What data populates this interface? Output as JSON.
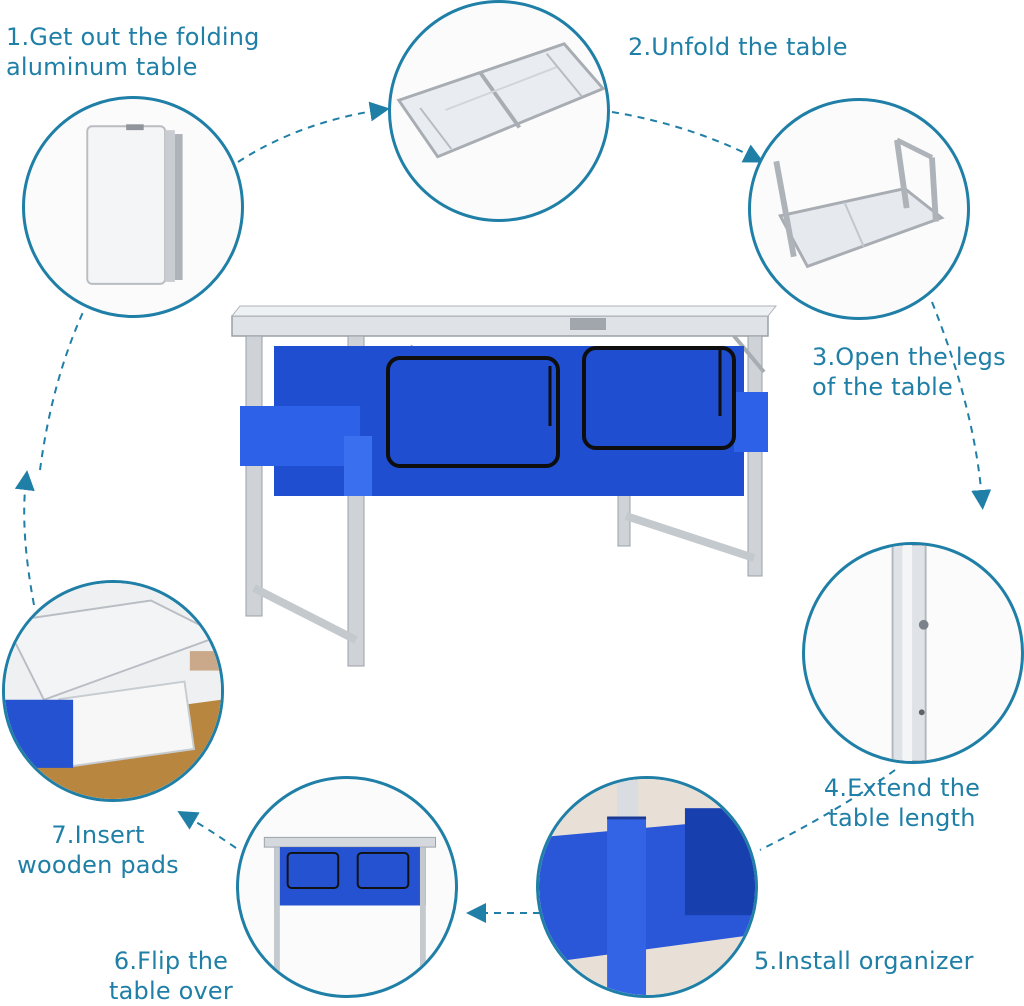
{
  "steps": [
    {
      "id": "step-1",
      "text": "1.Get out the folding\naluminum table"
    },
    {
      "id": "step-2",
      "text": "2.Unfold the table"
    },
    {
      "id": "step-3",
      "text": "3.Open the legs\nof the table"
    },
    {
      "id": "step-4",
      "text": "4.Extend the\ntable length"
    },
    {
      "id": "step-5",
      "text": "5.Install organizer"
    },
    {
      "id": "step-6",
      "text": "6.Flip the\ntable over"
    },
    {
      "id": "step-7",
      "text": "7.Insert\nwooden pads"
    }
  ],
  "colors": {
    "accent": "#1f7fa6",
    "organizer_blue": "#1f4fd0",
    "aluminum": "#cfd3d8",
    "floor": "#a8793f"
  },
  "icons": [
    "folded-table-icon",
    "unfolded-table-icon",
    "open-legs-icon",
    "leg-extension-icon",
    "organizer-install-icon",
    "flipped-table-icon",
    "wooden-pad-icon",
    "arrow-icon"
  ]
}
